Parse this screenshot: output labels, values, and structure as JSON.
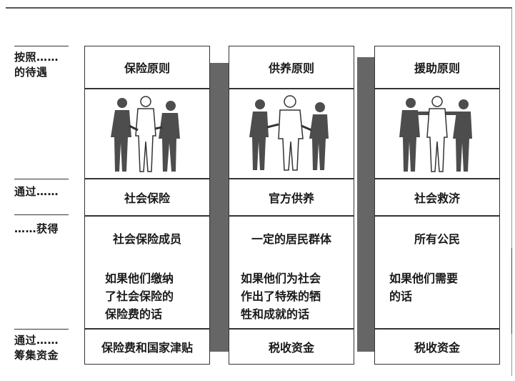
{
  "row_labels": {
    "treatment": "按照……\n的待遇",
    "via": "通过……",
    "obtain": "……获得",
    "funding": "通过……\n筹集资金"
  },
  "columns": [
    {
      "principle": "保险原则",
      "via": "社会保险",
      "obtain": "社会保险成员",
      "condition": "如果他们缴纳\n了社会保险的\n保险费的话",
      "funding": "保险费和国家津贴"
    },
    {
      "principle": "供养原则",
      "via": "官方供养",
      "obtain": "一定的居民群体",
      "condition": "如果他们为社会\n作出了特殊的牺\n牲和成就的话",
      "funding": "税收资金"
    },
    {
      "principle": "援助原则",
      "via": "社会救济",
      "obtain": "所有公民",
      "condition": "如果他们需要\n的话",
      "funding": "税收资金"
    }
  ],
  "colors": {
    "dark_fill": "#4d4d4d",
    "connector": "#666666",
    "border": "#333333"
  },
  "icons": [
    "three-people-handshake-icon",
    "people-caring-icon",
    "people-helping-icon"
  ]
}
